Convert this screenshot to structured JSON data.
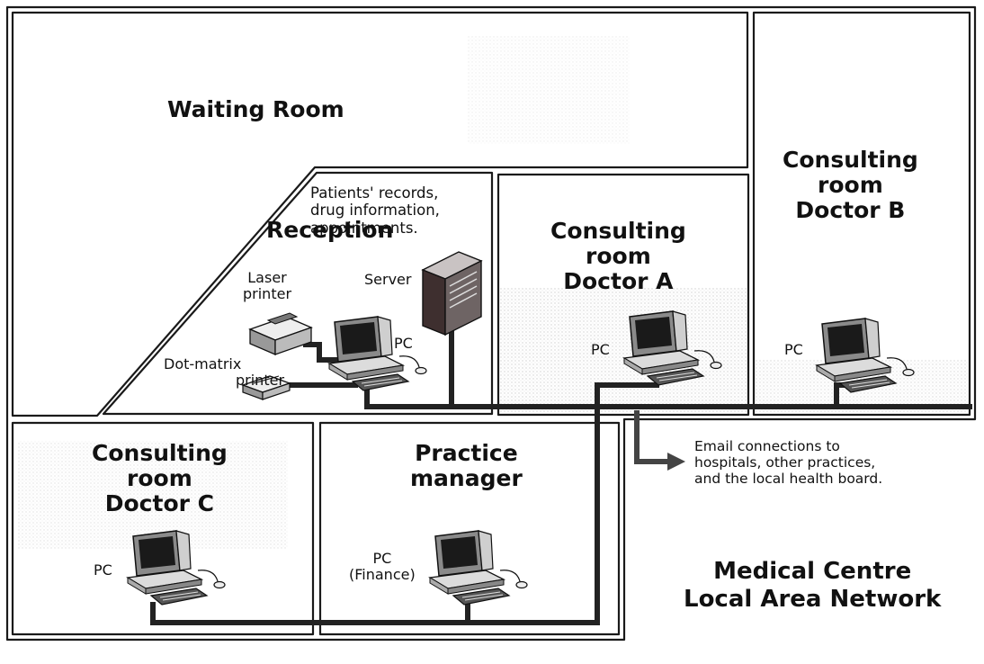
{
  "rooms": {
    "waiting_room": "Waiting Room",
    "reception": "Reception",
    "doctor_a": [
      "Consulting",
      "room",
      "Doctor A"
    ],
    "doctor_b": [
      "Consulting",
      "room",
      "Doctor B"
    ],
    "doctor_c": [
      "Consulting",
      "room",
      "Doctor C"
    ],
    "practice_manager": [
      "Practice",
      "manager"
    ]
  },
  "server_note": [
    "Patients' records,",
    "drug information,",
    "appointments."
  ],
  "devices": {
    "server": "Server",
    "laser_printer": [
      "Laser",
      "printer"
    ],
    "dot_matrix_printer": [
      "Dot-matrix",
      "printer"
    ],
    "pc": "PC",
    "pc_finance": [
      "PC",
      "(Finance)"
    ]
  },
  "email_note": [
    "Email connections to",
    "hospitals, other practices,",
    "and the local health board."
  ],
  "title": [
    "Medical Centre",
    "Local Area Network"
  ],
  "colors": {
    "wall": "#1a1a1a",
    "cable": "#222222",
    "shade": "#e6e6e6",
    "server": "#4a3a3a"
  }
}
